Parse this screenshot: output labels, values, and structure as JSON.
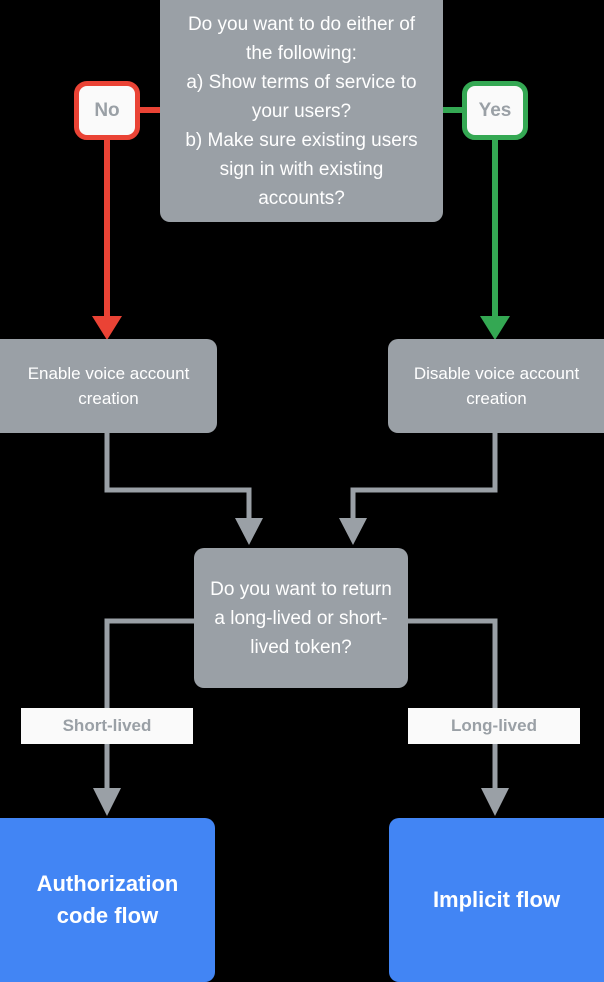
{
  "diagram": {
    "title": "Voice account creation and token flow decision chart",
    "background": "#000000",
    "colors": {
      "box_gray": "#9aa0a6",
      "box_blue": "#4285f4",
      "edge_gray": "#9aa0a6",
      "edge_red": "#ea4335",
      "edge_green": "#34a853",
      "badge_bg": "#fafafa",
      "badge_text": "#9aa0a6",
      "box_text": "#ffffff"
    },
    "nodes": {
      "decision_top": {
        "type": "decision",
        "text": "Do you want to do either of the following:\na) Show terms of service to your users?\nb) Make sure existing users sign in with existing accounts?"
      },
      "enable_box": {
        "type": "process",
        "text": "Enable voice account creation"
      },
      "disable_box": {
        "type": "process",
        "text": "Disable voice account creation"
      },
      "decision_token": {
        "type": "decision",
        "text": "Do you want to return a long-lived or short-lived token?"
      },
      "auth_flow": {
        "type": "terminal",
        "text": "Authorization code flow"
      },
      "implicit_flow": {
        "type": "terminal",
        "text": "Implicit flow"
      }
    },
    "badges": {
      "no": "No",
      "yes": "Yes"
    },
    "edge_labels": {
      "short_lived": "Short-lived",
      "long_lived": "Long-lived"
    },
    "edges": [
      {
        "from": "decision_top",
        "to": "enable_box",
        "label": "No",
        "color": "#ea4335"
      },
      {
        "from": "decision_top",
        "to": "disable_box",
        "label": "Yes",
        "color": "#34a853"
      },
      {
        "from": "enable_box",
        "to": "decision_token",
        "label": "",
        "color": "#9aa0a6"
      },
      {
        "from": "disable_box",
        "to": "decision_token",
        "label": "",
        "color": "#9aa0a6"
      },
      {
        "from": "decision_token",
        "to": "auth_flow",
        "label": "Short-lived",
        "color": "#9aa0a6"
      },
      {
        "from": "decision_token",
        "to": "implicit_flow",
        "label": "Long-lived",
        "color": "#9aa0a6"
      }
    ]
  }
}
